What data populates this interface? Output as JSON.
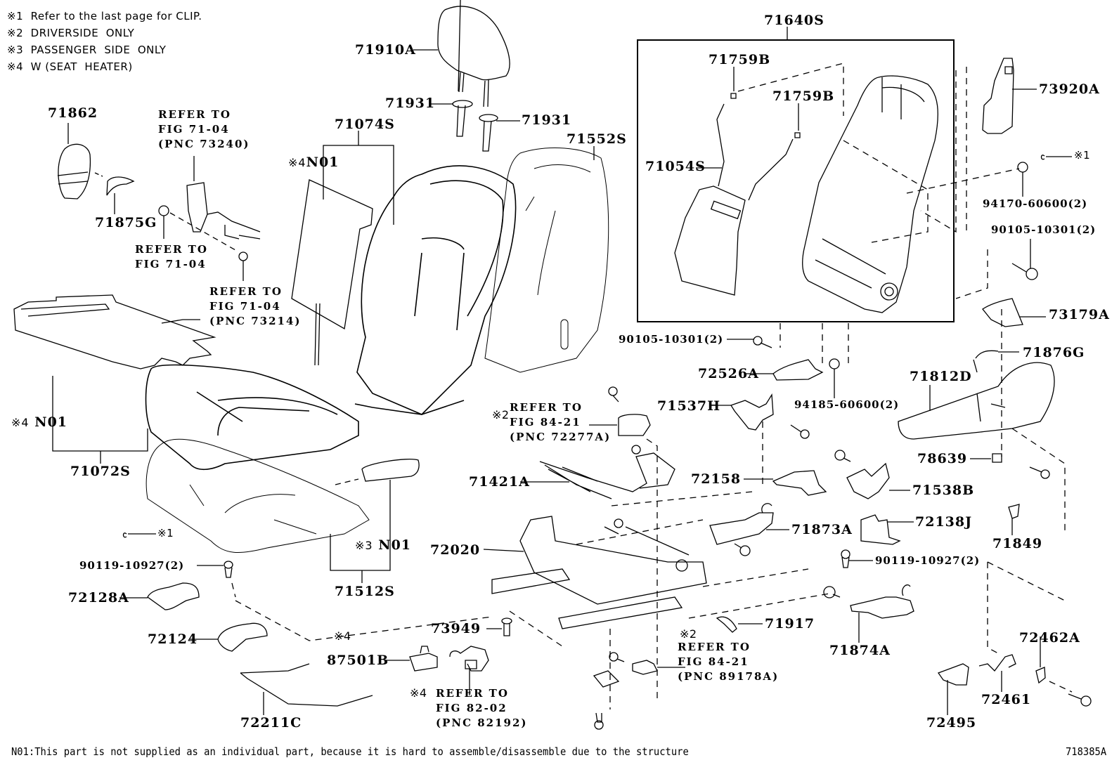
{
  "notes": [
    {
      "mark": "※1",
      "text": "Refer to the last page for CLIP."
    },
    {
      "mark": "※2",
      "text": "DRIVERSIDE  ONLY"
    },
    {
      "mark": "※3",
      "text": "PASSENGER  SIDE  ONLY"
    },
    {
      "mark": "※4",
      "text": "W (SEAT  HEATER)"
    }
  ],
  "parts": {
    "p71910A": "71910A",
    "p71931a": "71931",
    "p71931b": "71931",
    "p71074S": "71074S",
    "p71552S": "71552S",
    "p71640S": "71640S",
    "p71759Ba": "71759B",
    "p71759Bb": "71759B",
    "p71054S": "71054S",
    "p73920A": "73920A",
    "p94170": "94170-60600(2)",
    "p90105r": "90105-10301(2)",
    "p73179A": "73179A",
    "p71862": "71862",
    "p71875G": "71875G",
    "p90105c": "90105-10301(2)",
    "p72526A": "72526A",
    "p94185": "94185-60600(2)",
    "p71876G": "71876G",
    "p71812D": "71812D",
    "p71537H": "71537H",
    "p78639": "78639",
    "p71421A": "71421A",
    "p72158": "72158",
    "p71538B": "71538B",
    "p71873A": "71873A",
    "p72138J": "72138J",
    "p71849": "71849",
    "p72020": "72020",
    "p90119r": "90119-10927(2)",
    "p90119l": "90119-10927(2)",
    "p71072S": "71072S",
    "p71512S": "71512S",
    "p72128A": "72128A",
    "p72124": "72124",
    "p73949": "73949",
    "p87501B": "87501B",
    "p71917": "71917",
    "p71874A": "71874A",
    "p72462A": "72462A",
    "p72495": "72495",
    "p72461": "72461",
    "p72211C": "72211C"
  },
  "callouts": {
    "n01_back": {
      "mark": "※4",
      "code": "N01"
    },
    "n01_seat": {
      "mark": "※4",
      "code": "N01"
    },
    "n01_pass": {
      "mark": "※3",
      "code": "N01"
    },
    "clip_right": {
      "mark": "※1"
    },
    "clip_left": {
      "mark": "※1"
    },
    "mark_87501B": "※4"
  },
  "references": {
    "ref_73240": "REFER TO\nFIG 71-04\n(PNC 73240)",
    "ref_7104": "REFER TO\nFIG 71-04",
    "ref_73214": "REFER TO\nFIG 71-04\n(PNC 73214)",
    "ref_72277A": {
      "mark": "※2",
      "text": "REFER TO\nFIG 84-21\n(PNC 72277A)"
    },
    "ref_89178A": {
      "mark": "※2",
      "text": "REFER TO\nFIG 84-21\n(PNC 89178A)"
    },
    "ref_82192": {
      "mark": "※4",
      "text": "REFER TO\nFIG 82-02\n(PNC 82192)"
    }
  },
  "footer": {
    "note": "N01:This part is not supplied as an individual part, because it is hard to assemble/disassemble due to the structure",
    "figure_id": "718385A"
  }
}
